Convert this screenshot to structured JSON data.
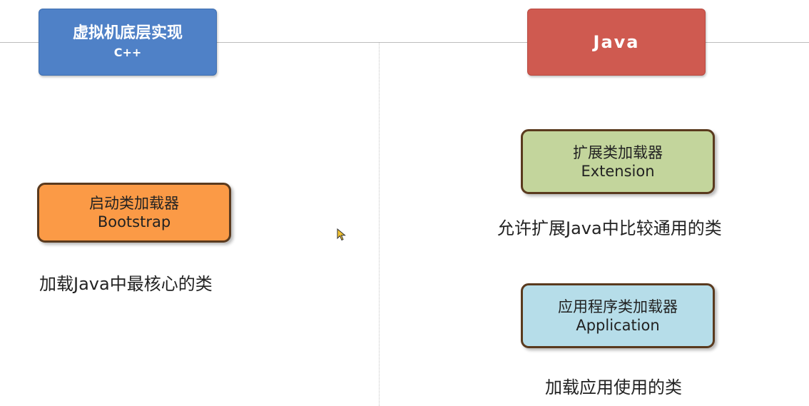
{
  "headers": {
    "native": {
      "line1": "虚拟机底层实现",
      "line2": "C++"
    },
    "java": {
      "line1": "Java"
    }
  },
  "loaders": {
    "bootstrap": {
      "cn": "启动类加载器",
      "en": "Bootstrap",
      "desc": "加载Java中最核心的类",
      "color": "#fb9a46"
    },
    "extension": {
      "cn": "扩展类加载器",
      "en": "Extension",
      "desc": "允许扩展Java中比较通用的类",
      "color": "#c3d59c"
    },
    "application": {
      "cn": "应用程序类加载器",
      "en": "Application",
      "desc": "加载应用使用的类",
      "color": "#b6dde9"
    }
  },
  "colors": {
    "native_header": "#4f81c7",
    "java_header": "#cf5a50",
    "box_border": "#5a3a1e"
  },
  "icons": {
    "cursor": "mouse-pointer-icon"
  }
}
